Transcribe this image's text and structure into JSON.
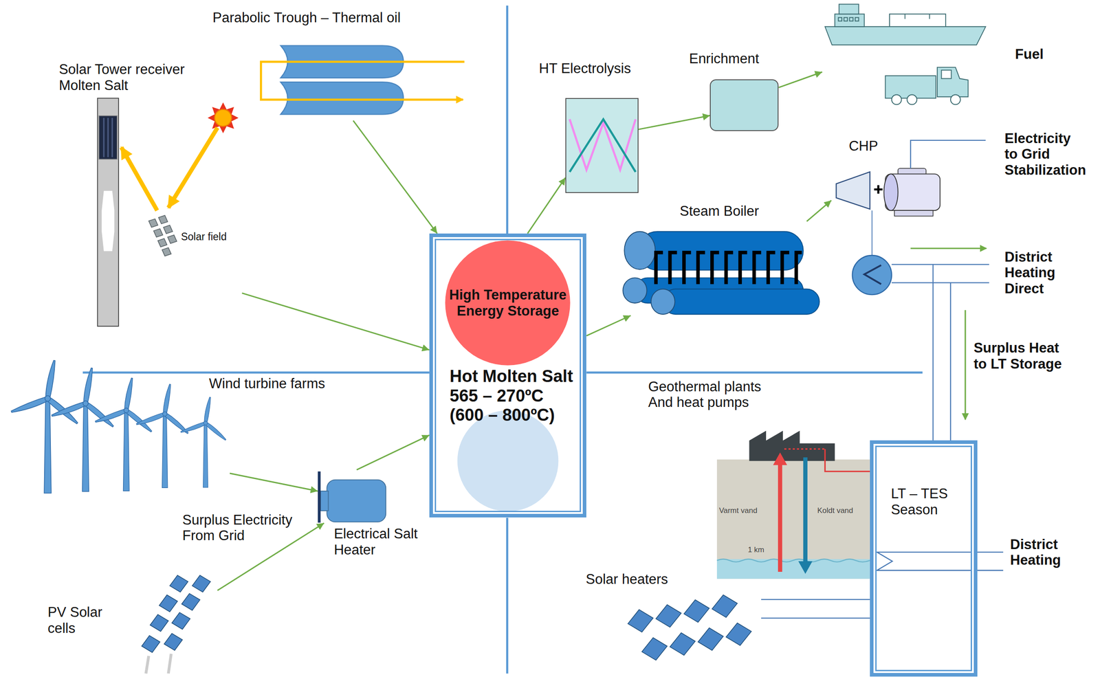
{
  "diagram": {
    "nodes": [
      {
        "text": [
          "Solar Tower receiver Molten Salt",
          "Solar field"
        ]
      },
      {
        "text": [
          "Parabolic Trough – Thermal oil"
        ]
      },
      {
        "text": [
          "HT Electrolysis"
        ]
      },
      {
        "text": [
          "Enrichment"
        ]
      },
      {
        "text": [
          "Fuel"
        ]
      },
      {
        "text": [
          "CHP"
        ]
      },
      {
        "text": [
          "Steam Boiler"
        ]
      },
      {
        "text": [
          "Hot Molten Salt 565 – 270ºC (600 – 800ºC)"
        ]
      },
      {
        "text": [
          "High Temperature Energy Storage"
        ],
        "in": 7
      },
      {
        "text": [
          "Wind turbine farms"
        ]
      },
      {
        "text": [
          "Electrical Salt Heater"
        ]
      },
      {
        "text": [
          "Geothermal plants And heat pumps"
        ]
      },
      {
        "text": [
          "LT – TES Season"
        ]
      },
      {
        "text": [
          "Solar heaters"
        ]
      },
      {
        "text": [
          "PV Solar cells"
        ]
      }
    ],
    "edges": [
      {
        "from": 0,
        "to": 7,
        "arrow": "to"
      },
      {
        "from": 1,
        "to": 7,
        "arrow": "to"
      },
      {
        "from": 7,
        "to": 2,
        "arrow": "to"
      },
      {
        "from": 2,
        "to": 3,
        "arrow": "to"
      },
      {
        "from": 3,
        "to": 4,
        "arrow": "to"
      },
      {
        "from": 7,
        "to": 6,
        "arrow": "to"
      },
      {
        "from": 6,
        "to": 5,
        "arrow": "to"
      },
      {
        "from": 9,
        "to": 10,
        "arrow": "to"
      },
      {
        "from": 14,
        "to": 10,
        "arrow": "to"
      },
      {
        "from": 10,
        "to": 7,
        "arrow": "to"
      },
      {
        "from": 13,
        "to": 12,
        "arrow": "none"
      },
      {
        "from": 13,
        "to": 12,
        "arrow": "none"
      }
    ],
    "labels": [
      "Electricity to Grid Stabilization",
      "District Heating Direct",
      "Surplus Heat to LT Storage",
      "Surplus Electricity From Grid",
      "District Heating",
      "Varmt vand",
      "Koldt vand",
      "1 km"
    ]
  }
}
